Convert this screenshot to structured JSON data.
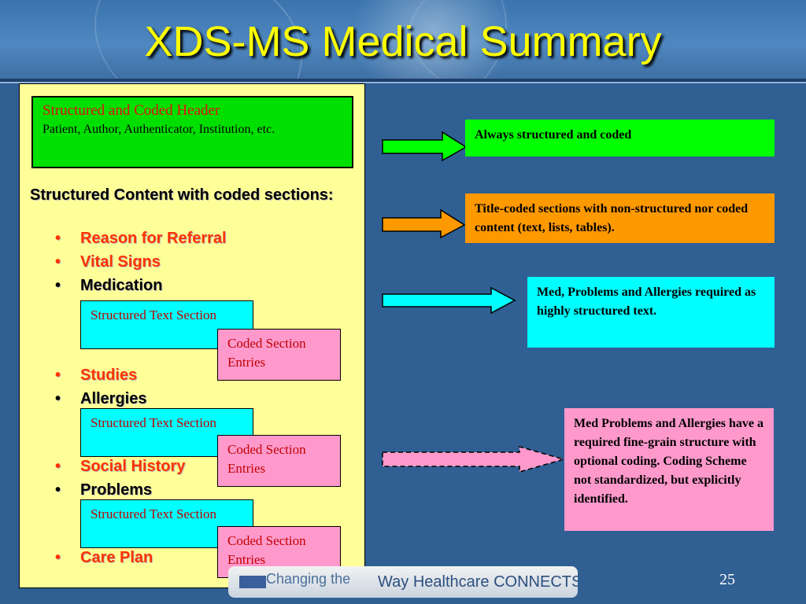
{
  "slide": {
    "title": "XDS-MS Medical Summary",
    "page_number": "25"
  },
  "header_box": {
    "line1": "Structured and Coded Header",
    "line2": "Patient, Author, Authenticator, Institution, etc."
  },
  "content": {
    "heading": "Structured Content with coded sections:",
    "items": [
      {
        "label": "Reason for Referral",
        "color": "#ff3300"
      },
      {
        "label": "Vital Signs",
        "color": "#ff3300"
      },
      {
        "label": "Medication",
        "color": "#000000"
      },
      {
        "label": "Studies",
        "color": "#ff3300"
      },
      {
        "label": "Allergies",
        "color": "#000000"
      },
      {
        "label": "Social History",
        "color": "#ff3300"
      },
      {
        "label": "Problems",
        "color": "#000000"
      },
      {
        "label": "Care Plan",
        "color": "#ff3300"
      }
    ],
    "bullet": "•",
    "structured_text_label": "Structured Text Section",
    "coded_entries_label": "Coded Section Entries"
  },
  "callouts": [
    {
      "text": "Always structured and coded",
      "bg": "#00ff00",
      "arrow": "#00ff00"
    },
    {
      "text": "Title-coded sections with non-structured nor coded content (text, lists, tables).",
      "bg": "#ff9900",
      "arrow": "#ff9900"
    },
    {
      "text": "Med, Problems and Allergies required as highly structured text.",
      "bg": "#00ffff",
      "arrow": "#00ffff"
    },
    {
      "text": "Med Problems and Allergies have a required fine-grain structure with optional coding.  Coding Scheme not standardized, but explicitly identified.",
      "bg": "#ff99cc",
      "arrow": "#ff99cc"
    }
  ],
  "footer": {
    "partial_text": "Changing the",
    "tagline": "Way Healthcare CONNECTS"
  }
}
